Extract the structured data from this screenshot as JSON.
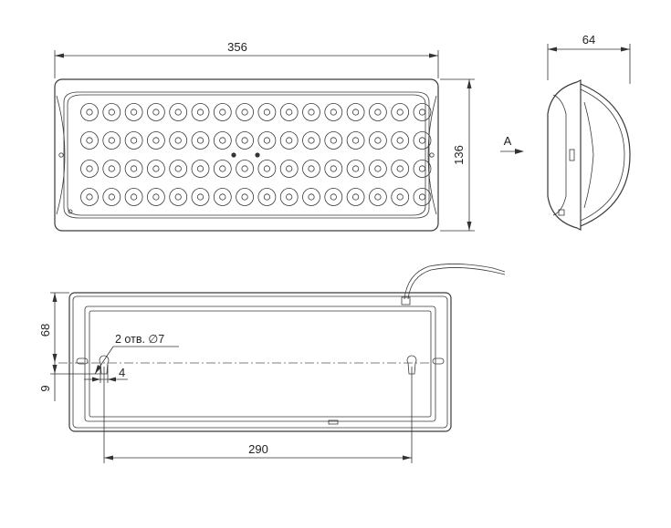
{
  "dimensions": {
    "top_width": "356",
    "top_height": "136",
    "side_depth": "64",
    "bottom_hole_spacing": "290",
    "bottom_offset_68": "68",
    "bottom_offset_9": "9",
    "bottom_offset_4": "4"
  },
  "annotations": {
    "view_label": "A",
    "holes_note": "2 отв. ∅7"
  },
  "led_grid": {
    "rows": 4,
    "cols": 16
  },
  "colors": {
    "line": "#3a3a3a",
    "background": "#ffffff"
  }
}
